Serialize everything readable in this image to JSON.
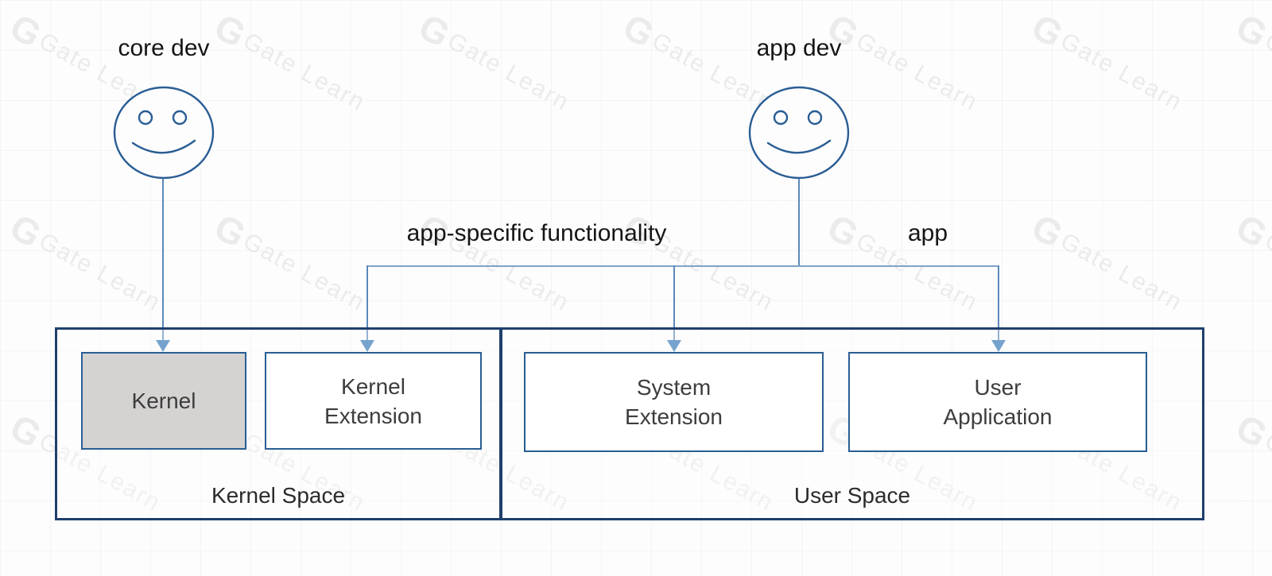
{
  "diagram": {
    "actors": {
      "core_dev": {
        "label": "core dev"
      },
      "app_dev": {
        "label": "app dev"
      }
    },
    "edge_labels": {
      "app_specific": "app-specific functionality",
      "app": "app"
    },
    "containers": {
      "kernel_space": {
        "label": "Kernel Space"
      },
      "user_space": {
        "label": "User Space"
      }
    },
    "boxes": {
      "kernel": {
        "line1": "Kernel",
        "highlighted": true
      },
      "kernel_extension": {
        "line1": "Kernel",
        "line2": "Extension"
      },
      "system_extension": {
        "line1": "System",
        "line2": "Extension"
      },
      "user_application": {
        "line1": "User",
        "line2": "Application"
      }
    },
    "arrows": [
      {
        "from": "core dev",
        "to": "Kernel"
      },
      {
        "from": "app dev",
        "to": "Kernel Extension",
        "label": "app-specific functionality"
      },
      {
        "from": "app dev",
        "to": "System Extension",
        "label": "app-specific functionality"
      },
      {
        "from": "app dev",
        "to": "User Application",
        "label": "app"
      }
    ],
    "colors": {
      "container_border": "#1f3f6b",
      "box_border": "#2a5d94",
      "kernel_fill": "#d5d3d2",
      "arrow_fill": "#2e74b5",
      "line": "#5c89ba",
      "text": "#1f1f1f",
      "watermark": "#ebebeb"
    }
  },
  "watermark": {
    "logo": "G",
    "text": "Gate Learn"
  }
}
